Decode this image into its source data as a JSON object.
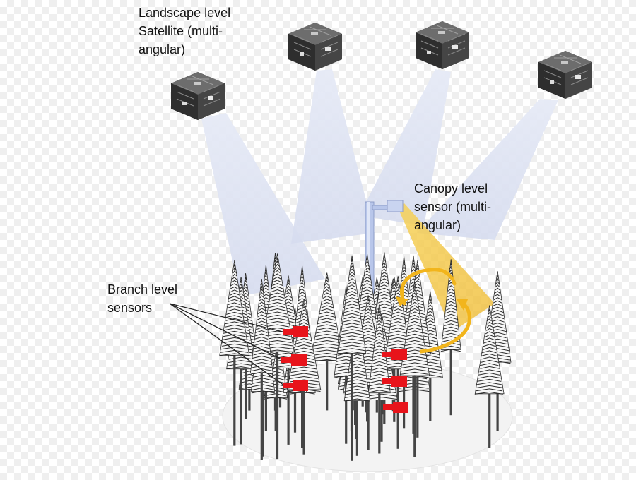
{
  "labels": {
    "landscape": "Landscape level\nSatellite (multi-\nangular)",
    "canopy": "Canopy level\nsensor (multi-\nangular)",
    "branch": "Branch level\nsensors"
  },
  "colors": {
    "beam": "#d9dff0",
    "canopy_beam": "#f3c53a",
    "arrow": "#f2b51c",
    "sensor": "#e8141b",
    "tower": "#b8c6ea",
    "ground": "#f3f3f3",
    "tree": "#2a2a2a"
  },
  "icons": {
    "satellite": "satellite-icon",
    "tower": "sensor-tower-icon",
    "branch_sensor": "branch-sensor-icon"
  }
}
